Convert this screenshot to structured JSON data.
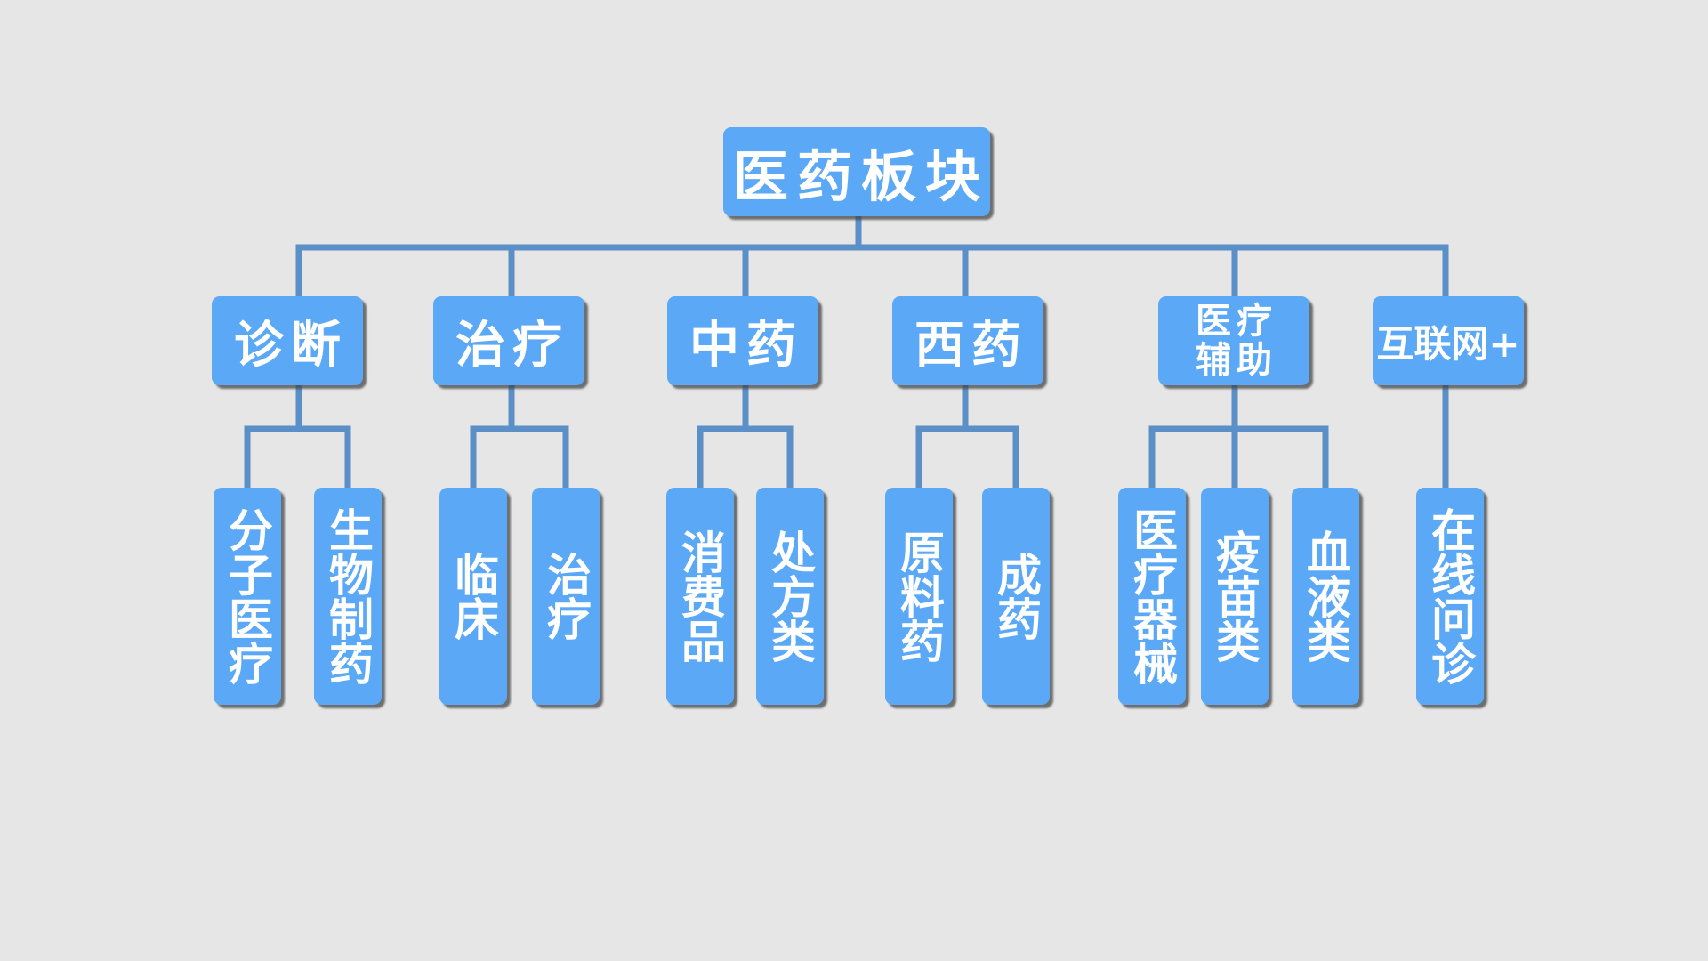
{
  "root": {
    "label": "医药板块"
  },
  "categories": [
    {
      "label": "诊断"
    },
    {
      "label": "治疗"
    },
    {
      "label": "中药"
    },
    {
      "label": "西药"
    },
    {
      "label": "医疗\n辅助"
    },
    {
      "label": "互联网+"
    }
  ],
  "leaves": [
    {
      "label": "分子医疗"
    },
    {
      "label": "生物制药"
    },
    {
      "label": "临床"
    },
    {
      "label": "治疗"
    },
    {
      "label": "消费品"
    },
    {
      "label": "处方类"
    },
    {
      "label": "原料药"
    },
    {
      "label": "成药"
    },
    {
      "label": "医疗器械"
    },
    {
      "label": "疫苗类"
    },
    {
      "label": "血液类"
    },
    {
      "label": "在线问诊"
    }
  ],
  "colors": {
    "background": "#e6e6e6",
    "node_fill": "#5aa8f6",
    "connector": "#5b8fc7",
    "text": "#ffffff"
  }
}
